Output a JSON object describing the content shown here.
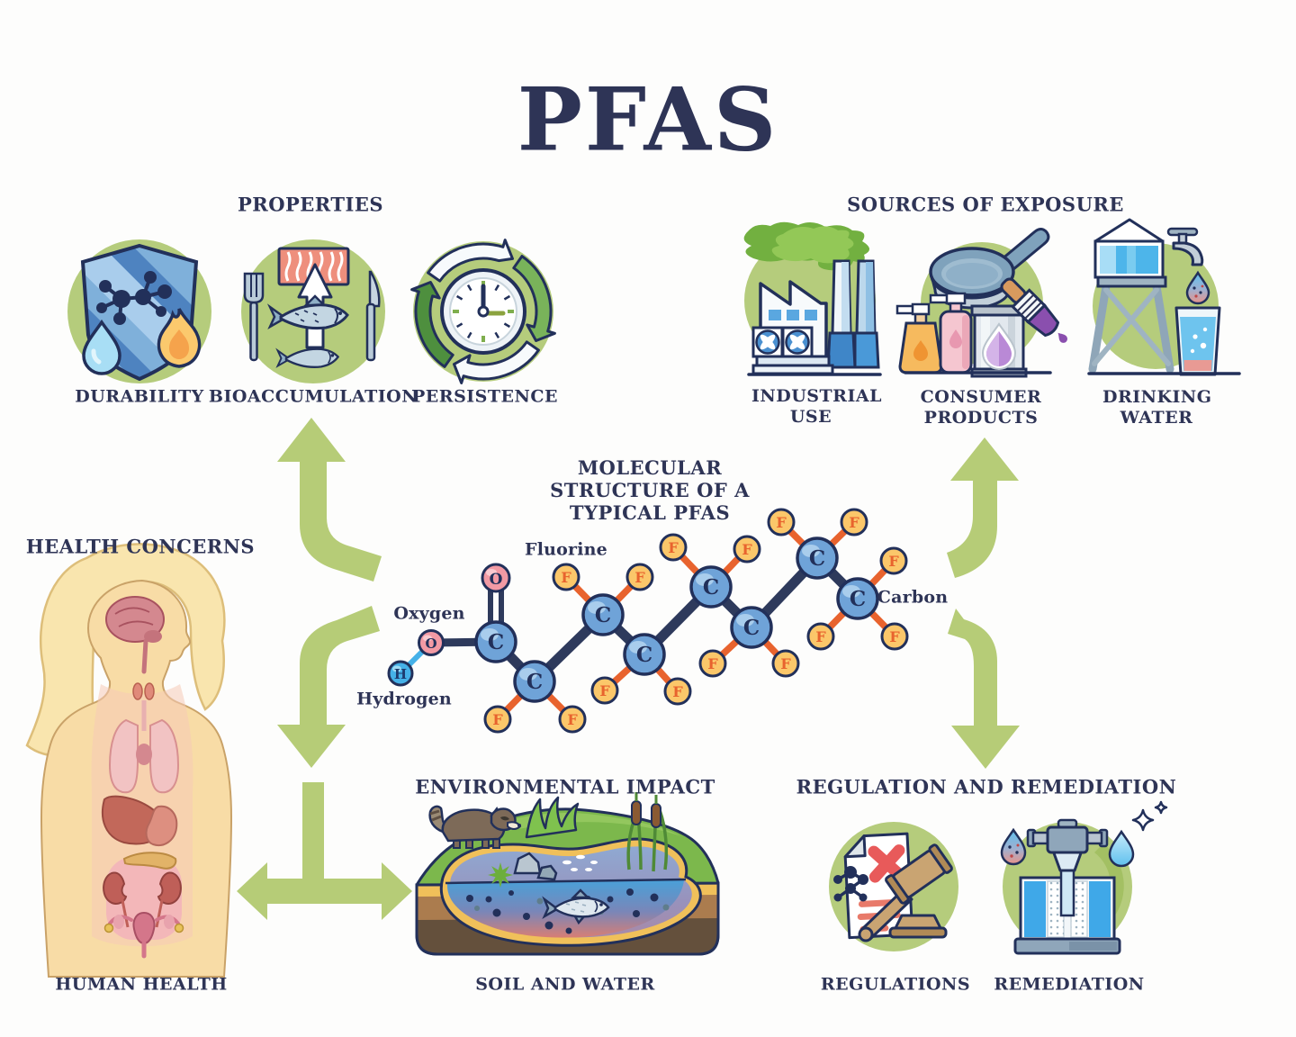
{
  "title": "PFAS",
  "sections": {
    "properties": {
      "heading": "PROPERTIES",
      "items": [
        {
          "label": "DURABILITY",
          "icon": "shield-molecule-drop-flame-icon"
        },
        {
          "label": "BIOACCUMULATION",
          "icon": "fish-foodchain-icon"
        },
        {
          "label": "PERSISTENCE",
          "icon": "clock-cycle-icon"
        }
      ]
    },
    "sources": {
      "heading": "SOURCES OF EXPOSURE",
      "items": [
        {
          "label": "INDUSTRIAL USE",
          "icon": "factory-icon"
        },
        {
          "label": "CONSUMER PRODUCTS",
          "icon": "products-pan-brush-icon"
        },
        {
          "label": "DRINKING WATER",
          "icon": "water-tower-glass-icon"
        }
      ]
    },
    "molecule": {
      "heading": "MOLECULAR STRUCTURE OF A TYPICAL PFAS",
      "atom_labels": {
        "fluorine": "Fluorine",
        "oxygen": "Oxygen",
        "hydrogen": "Hydrogen",
        "carbon": "Carbon"
      }
    },
    "health": {
      "heading": "HEALTH CONCERNS",
      "label": "HUMAN HEALTH",
      "icon": "human-body-organs-icon"
    },
    "environment": {
      "heading": "ENVIRONMENTAL IMPACT",
      "label": "SOIL AND WATER",
      "icon": "pond-soil-icon"
    },
    "regulation": {
      "heading": "REGULATION AND REMEDIATION",
      "items": [
        {
          "label": "REGULATIONS",
          "icon": "document-gavel-icon"
        },
        {
          "label": "REMEDIATION",
          "icon": "water-filter-icon"
        }
      ]
    }
  },
  "molecule": {
    "atoms": [
      {
        "symbol": "O"
      },
      {
        "symbol": "O"
      },
      {
        "symbol": "H"
      },
      {
        "symbol": "C"
      },
      {
        "symbol": "C"
      },
      {
        "symbol": "C"
      },
      {
        "symbol": "C"
      },
      {
        "symbol": "C"
      },
      {
        "symbol": "C"
      },
      {
        "symbol": "C"
      },
      {
        "symbol": "C"
      },
      {
        "symbol": "F"
      },
      {
        "symbol": "F"
      },
      {
        "symbol": "F"
      },
      {
        "symbol": "F"
      },
      {
        "symbol": "F"
      },
      {
        "symbol": "F"
      },
      {
        "symbol": "F"
      },
      {
        "symbol": "F"
      },
      {
        "symbol": "F"
      },
      {
        "symbol": "F"
      },
      {
        "symbol": "F"
      },
      {
        "symbol": "F"
      },
      {
        "symbol": "F"
      },
      {
        "symbol": "F"
      },
      {
        "symbol": "F"
      }
    ]
  },
  "colors": {
    "ink_navy": "#2e3456",
    "outline_navy": "#22305a",
    "arrow_green": "#b6cc77",
    "circle_green": "#b5cc7c",
    "carbon_blue": "#6fa3d8",
    "fluorine_orange": "#fbc76a",
    "fluorine_letter": "#e8632e",
    "oxygen_pink": "#f29aa4",
    "hydrogen_blue": "#45b1e8"
  }
}
